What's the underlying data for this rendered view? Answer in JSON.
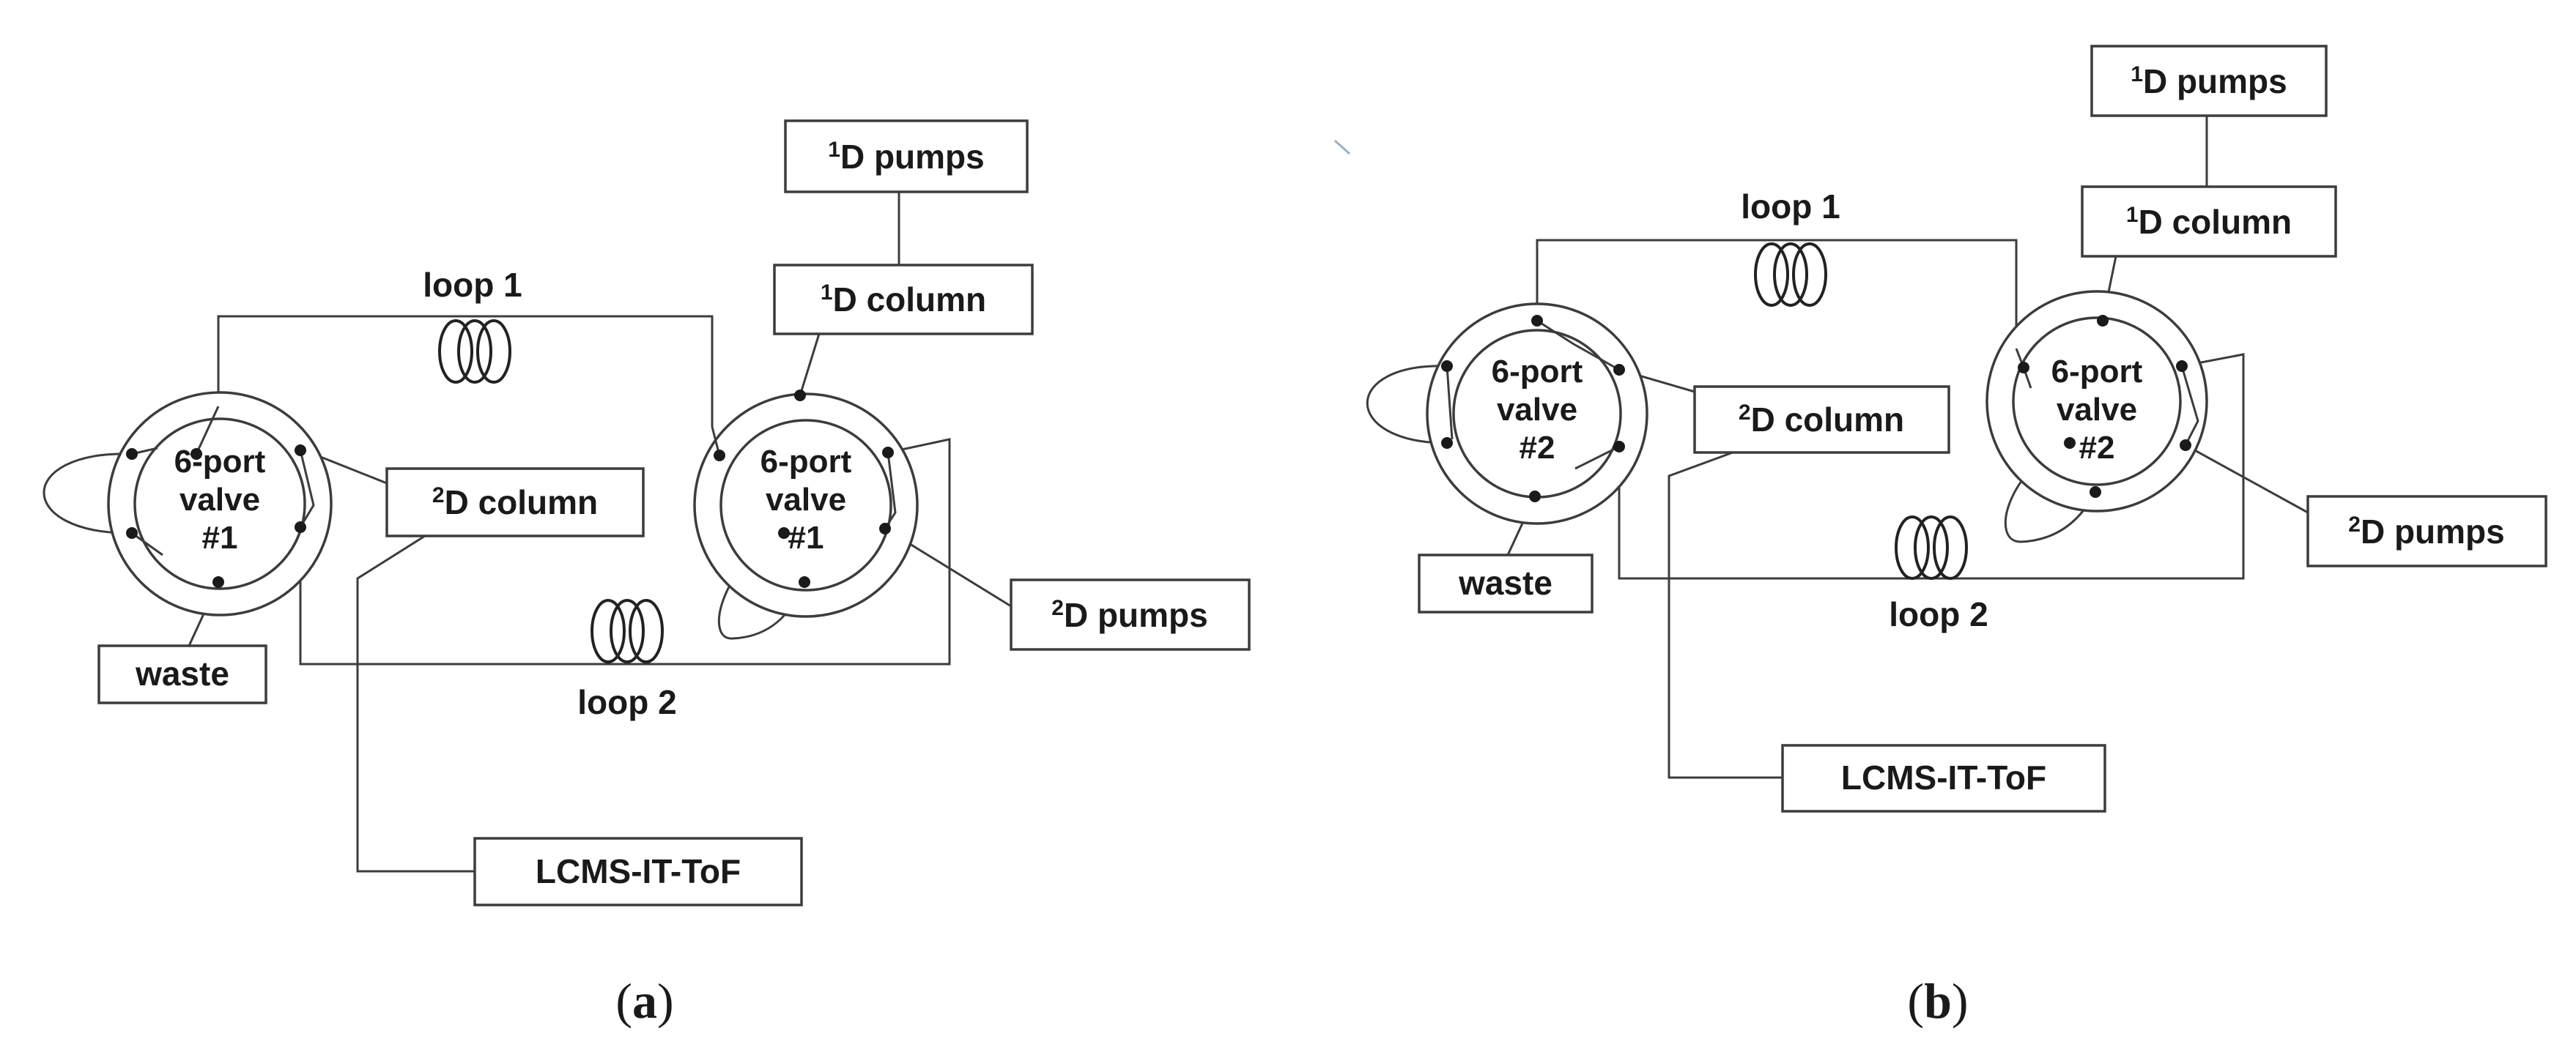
{
  "panels": [
    {
      "id": "a",
      "caption_open": "(",
      "caption_letter": "a",
      "caption_close": ")",
      "valve_left": {
        "l1": "6-port",
        "l2": "valve",
        "l3": "#1"
      },
      "valve_right": {
        "l1": "6-port",
        "l2": "valve",
        "l3": "#1"
      },
      "pumps_1d": {
        "sup": "1",
        "text": "D pumps"
      },
      "column_1d": {
        "sup": "1",
        "text": "D column"
      },
      "column_2d": {
        "sup": "2",
        "text": "D column"
      },
      "pumps_2d": {
        "sup": "2",
        "text": "D pumps"
      },
      "waste": "waste",
      "detector": "LCMS-IT-ToF",
      "loop1": "loop 1",
      "loop2": "loop 2"
    },
    {
      "id": "b",
      "caption_open": "(",
      "caption_letter": "b",
      "caption_close": ")",
      "valve_left": {
        "l1": "6-port",
        "l2": "valve",
        "l3": "#2"
      },
      "valve_right": {
        "l1": "6-port",
        "l2": "valve",
        "l3": "#2"
      },
      "pumps_1d": {
        "sup": "1",
        "text": "D pumps"
      },
      "column_1d": {
        "sup": "1",
        "text": "D column"
      },
      "column_2d": {
        "sup": "2",
        "text": "D column"
      },
      "pumps_2d": {
        "sup": "2",
        "text": "D pumps"
      },
      "waste": "waste",
      "detector": "LCMS-IT-ToF",
      "loop1": "loop 1",
      "loop2": "loop 2"
    }
  ],
  "colors": {
    "line": "#3c3c3c",
    "text": "#1a1a1a",
    "background": "#ffffff"
  }
}
